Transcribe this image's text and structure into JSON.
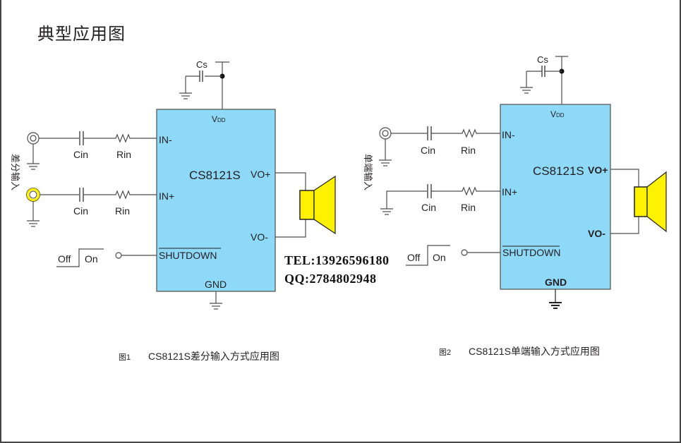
{
  "page": {
    "title": "典型应用图"
  },
  "colors": {
    "chip_fill": "#8ed8f8",
    "chip_border": "#5a5a5a",
    "speaker_fill": "#fff200",
    "connector_ring": "#fff200",
    "wire": "#4d4d4d",
    "text": "#231f20"
  },
  "figures": [
    {
      "caption_number": "图1",
      "caption_text": "CS8121S差分输入方式应用图",
      "input_label": "差分输入",
      "chip": {
        "name": "CS8121S",
        "vdd_main": "V",
        "vdd_sub": "DD",
        "pins": {
          "in_minus": "IN-",
          "in_plus": "IN+",
          "vo_plus": "VO+",
          "vo_minus": "VO-",
          "shutdown": "SHUTDOWN",
          "gnd": "GND"
        }
      },
      "components": {
        "cs": "Cs",
        "cin_top": "Cin",
        "rin_top": "Rin",
        "cin_bottom": "Cin",
        "rin_bottom": "Rin"
      },
      "switch": {
        "off": "Off",
        "on": "On"
      }
    },
    {
      "caption_number": "图2",
      "caption_text": "CS8121S单端输入方式应用图",
      "input_label": "单端输入",
      "chip": {
        "name": "CS8121S",
        "vdd_main": "V",
        "vdd_sub": "DD",
        "pins": {
          "in_minus": "IN-",
          "in_plus": "IN+",
          "vo_plus": "VO+",
          "vo_minus": "VO-",
          "shutdown": "SHUTDOWN",
          "gnd": "GND"
        }
      },
      "components": {
        "cs": "Cs",
        "cin_top": "Cin",
        "rin_top": "Rin",
        "cin_bottom": "Cin",
        "rin_bottom": "Rin"
      },
      "switch": {
        "off": "Off",
        "on": "On"
      }
    }
  ],
  "contact": {
    "tel": "TEL:13926596180",
    "qq": "QQ:2784802948"
  }
}
